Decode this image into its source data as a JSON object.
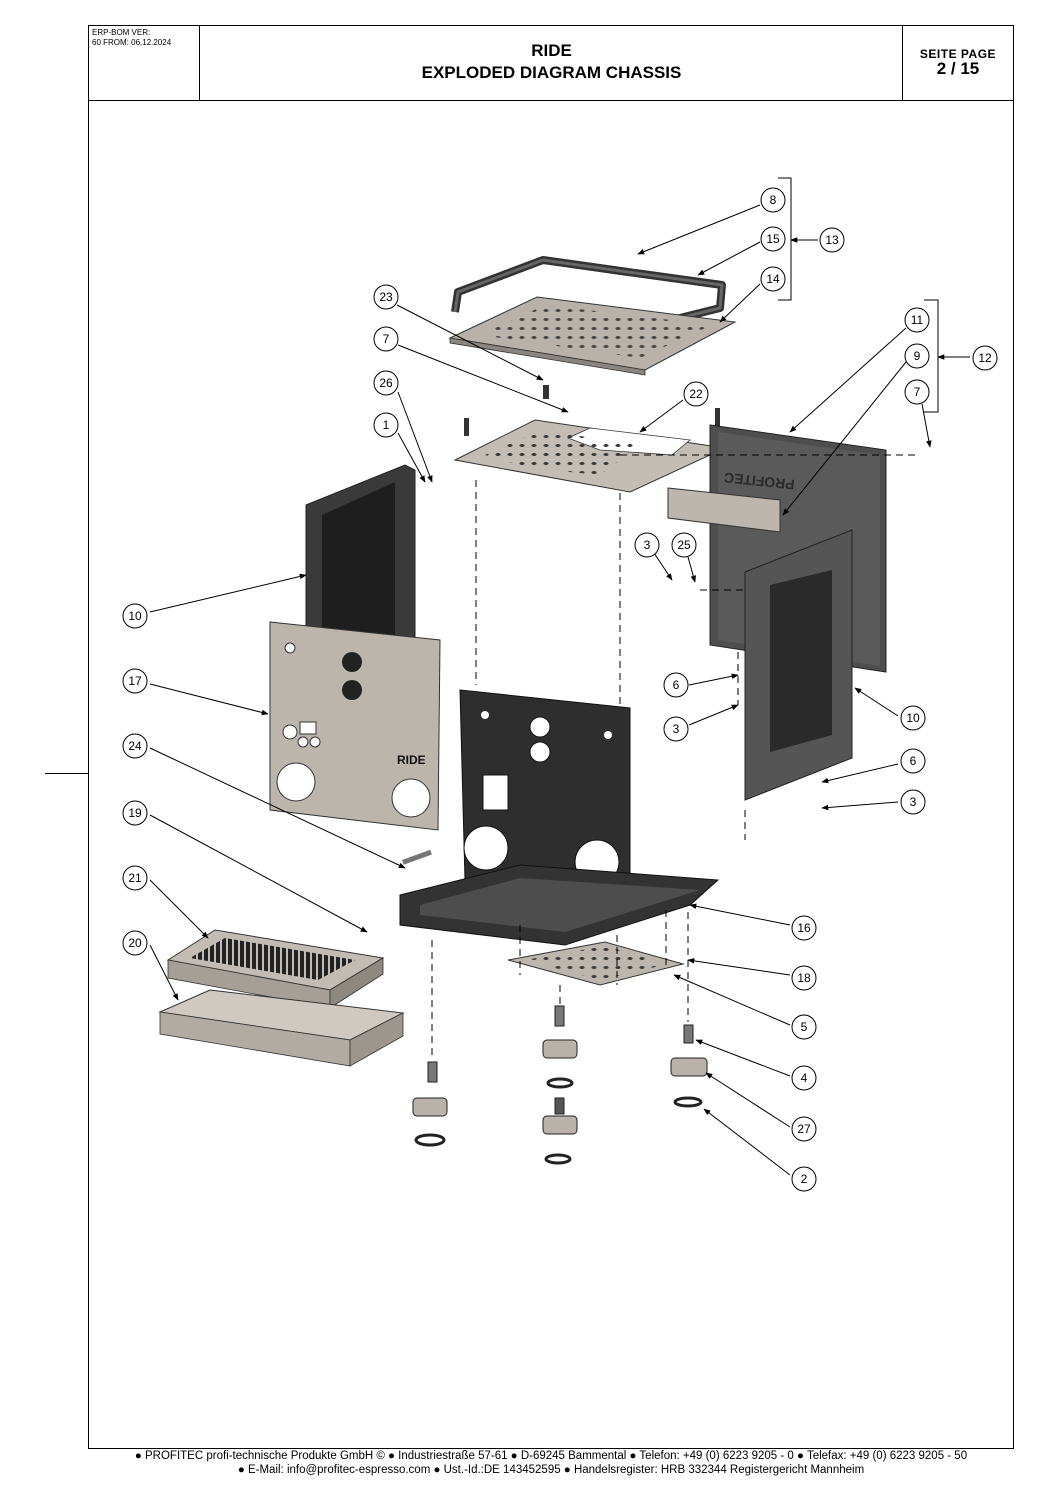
{
  "header": {
    "version_line1": "ERP-BOM VER:",
    "version_line2": "60 FROM: 06.12.2024",
    "title_line1": "RIDE",
    "title_line2": "EXPLODED DIAGRAM CHASSIS",
    "page_label": "SEITE  PAGE",
    "page_number": "2 / 15"
  },
  "diagram": {
    "brand_mark": "PROFITEC",
    "panel_text": "RIDE",
    "callouts": [
      "8",
      "15",
      "13",
      "14",
      "23",
      "11",
      "9",
      "12",
      "7",
      "7",
      "26",
      "22",
      "1",
      "3",
      "25",
      "10",
      "6",
      "17",
      "3",
      "10",
      "24",
      "6",
      "3",
      "19",
      "16",
      "21",
      "18",
      "20",
      "5",
      "4",
      "27",
      "2"
    ]
  },
  "footer": {
    "line1": "● PROFITEC profi-technische Produkte GmbH © ● Industriestraße 57-61 ● D-69245 Bammental ● Telefon: +49 (0) 6223 9205 - 0 ● Telefax: +49 (0) 6223 9205 - 50",
    "line2": "● E-Mail: info@profitec-espresso.com ● Ust.-Id.:DE 143452595 ● Handelsregister: HRB 332344 Registergericht Mannheim"
  }
}
